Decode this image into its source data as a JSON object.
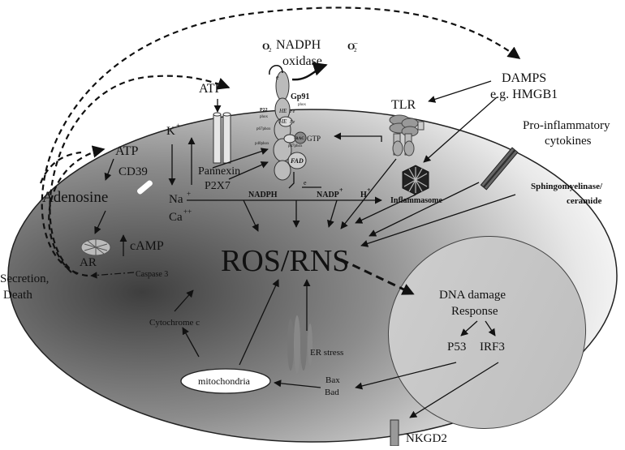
{
  "labels": {
    "o2": "O",
    "o2_sub": "2",
    "nadph_oxidase_1": "NADPH",
    "nadph_oxidase_2": "oxidase",
    "o2_minus": "O",
    "o2_minus_sup": "2",
    "o2_minus_charge": "–",
    "e_top": "e",
    "e_bottom": "e",
    "gp91": "Gp91",
    "gp91_sub": "phox",
    "p22": "P22",
    "p22_sub": "phox",
    "fe_1": "HE",
    "fe_2": "HE",
    "fe_small_1": "Fe",
    "fe_small_2": "Fe",
    "p67_1": "p67phox",
    "p40": "p40phox",
    "p47": "p47phox",
    "rac": "RAC",
    "gtp": "GTP",
    "fad": "FAD",
    "nadph": "NADPH",
    "nadp": "NADP",
    "nadp_sup": "+",
    "h": "H",
    "h_sup": "+",
    "atp_top": "ATP",
    "atp_left": "ATP",
    "cd39": "CD39",
    "adenosine": "Adenosine",
    "ar": "AR",
    "camp": "cAMP",
    "k": "K",
    "k_sup": "+",
    "na": "Na",
    "na_sup": "+",
    "ca": "Ca",
    "ca_sup": "++",
    "pannexin": "Pannexin",
    "p2x7": "P2X7",
    "tlr": "TLR",
    "damps_1": "DAMPS",
    "damps_2": "e.g. HMGB1",
    "proinflam_1": "Pro-inflammatory",
    "proinflam_2": "cytokines",
    "inflammasome": "Inflammasome",
    "sphingo_1": "Sphingomyelinase/",
    "sphingo_2": "ceramide",
    "ros": "ROS/RNS",
    "secretion_1": "Secretion,",
    "secretion_2": "Death",
    "caspase": "Caspase 3",
    "cytochrome": "Cytochrome c",
    "mitochondria": "mitochondria",
    "er_stress": "ER stress",
    "bax": "Bax",
    "bad": "Bad",
    "ddr_1": "DNA damage",
    "ddr_2": "Response",
    "p53": "P53",
    "irf3": "IRF3",
    "nkgd2": "NKGD2"
  },
  "colors": {
    "cell_dark": "#5a5a5a",
    "cell_light": "#f4f4f4",
    "nucleus": "#c7c7c7",
    "stroke": "#111111"
  }
}
